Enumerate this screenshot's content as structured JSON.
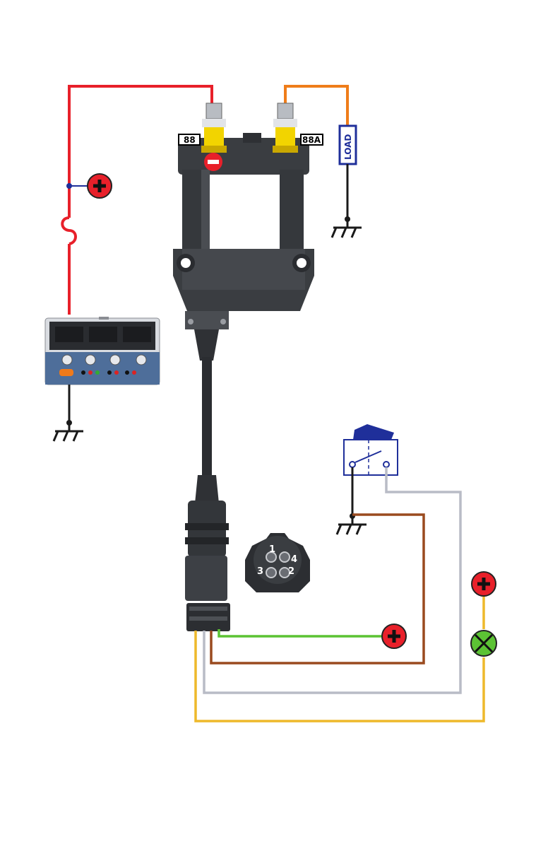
{
  "terminals": {
    "left": "88",
    "right": "88A"
  },
  "load": {
    "label": "LOAD"
  },
  "connector_pins": [
    "1",
    "2",
    "3",
    "4"
  ],
  "colors": {
    "red_wire": "#e8202a",
    "orange_wire": "#ef7d1a",
    "green_wire": "#5cc334",
    "brown_wire": "#9a4a1f",
    "grey_wire": "#b9bcc6",
    "yellow_wire": "#eeb92b",
    "black_wire": "#1a1a1a",
    "load_box": "#1f2f9a",
    "plus_badge": "#e8202a",
    "lamp": "#5cc334",
    "body_dark": "#3a3d41",
    "terminal_yellow": "#f2d400",
    "switch_blue": "#1f2f9a"
  },
  "icons": [
    "plus-badge-icon",
    "ground-icon",
    "lamp-icon",
    "fuse-icon",
    "switch-icon",
    "power-supply-icon",
    "relay-icon",
    "connector-face-icon"
  ]
}
